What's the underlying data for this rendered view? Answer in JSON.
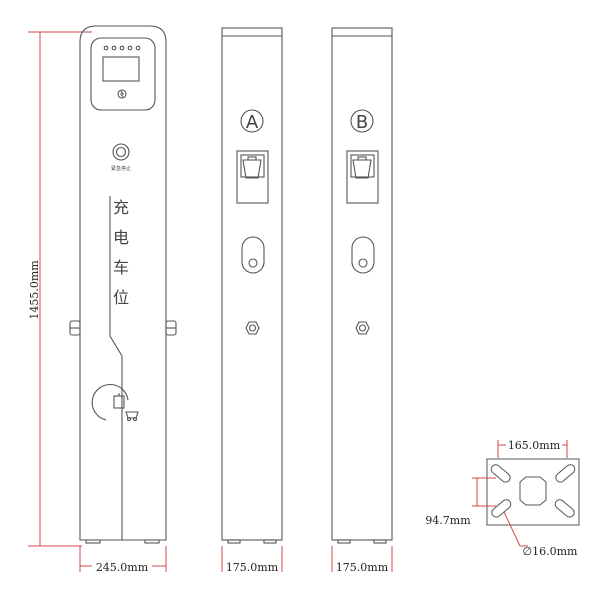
{
  "dimensions": {
    "height": "1455.0mm",
    "front_width": "245.0mm",
    "side_a_width": "175.0mm",
    "side_b_width": "175.0mm",
    "base_width": "165.0mm",
    "base_height": "94.7mm",
    "hole_diameter": "∅16.0mm"
  },
  "front": {
    "button_label": "紧急停止",
    "vertical_text": [
      "充",
      "电",
      "车",
      "位"
    ]
  },
  "side_a": {
    "badge": "A"
  },
  "side_b": {
    "badge": "B"
  },
  "colors": {
    "dimension_line": "#d04a4a",
    "outline": "#555555"
  }
}
